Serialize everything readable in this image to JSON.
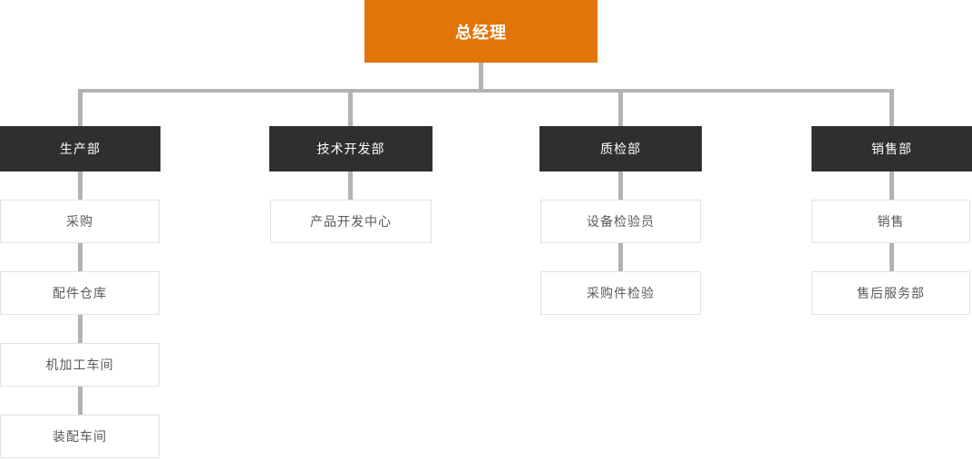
{
  "chart": {
    "type": "org-chart",
    "root": {
      "label": "总经理"
    },
    "departments": [
      {
        "label": "生产部",
        "children": [
          {
            "label": "采购"
          },
          {
            "label": "配件仓库"
          },
          {
            "label": "机加工车间"
          },
          {
            "label": "装配车间"
          }
        ]
      },
      {
        "label": "技术开发部",
        "children": [
          {
            "label": "产品开发中心"
          }
        ]
      },
      {
        "label": "质检部",
        "children": [
          {
            "label": "设备检验员"
          },
          {
            "label": "采购件检验"
          }
        ]
      },
      {
        "label": "销售部",
        "children": [
          {
            "label": "销售"
          },
          {
            "label": "售后服务部"
          }
        ]
      }
    ]
  },
  "colors": {
    "root-bg": "#E27408",
    "dept-bg": "#2F2F2F",
    "node-border": "#E2E2E2",
    "node-text": "#595959",
    "inverse-text": "#FFFFFF",
    "connector": "#B3B3B3"
  }
}
